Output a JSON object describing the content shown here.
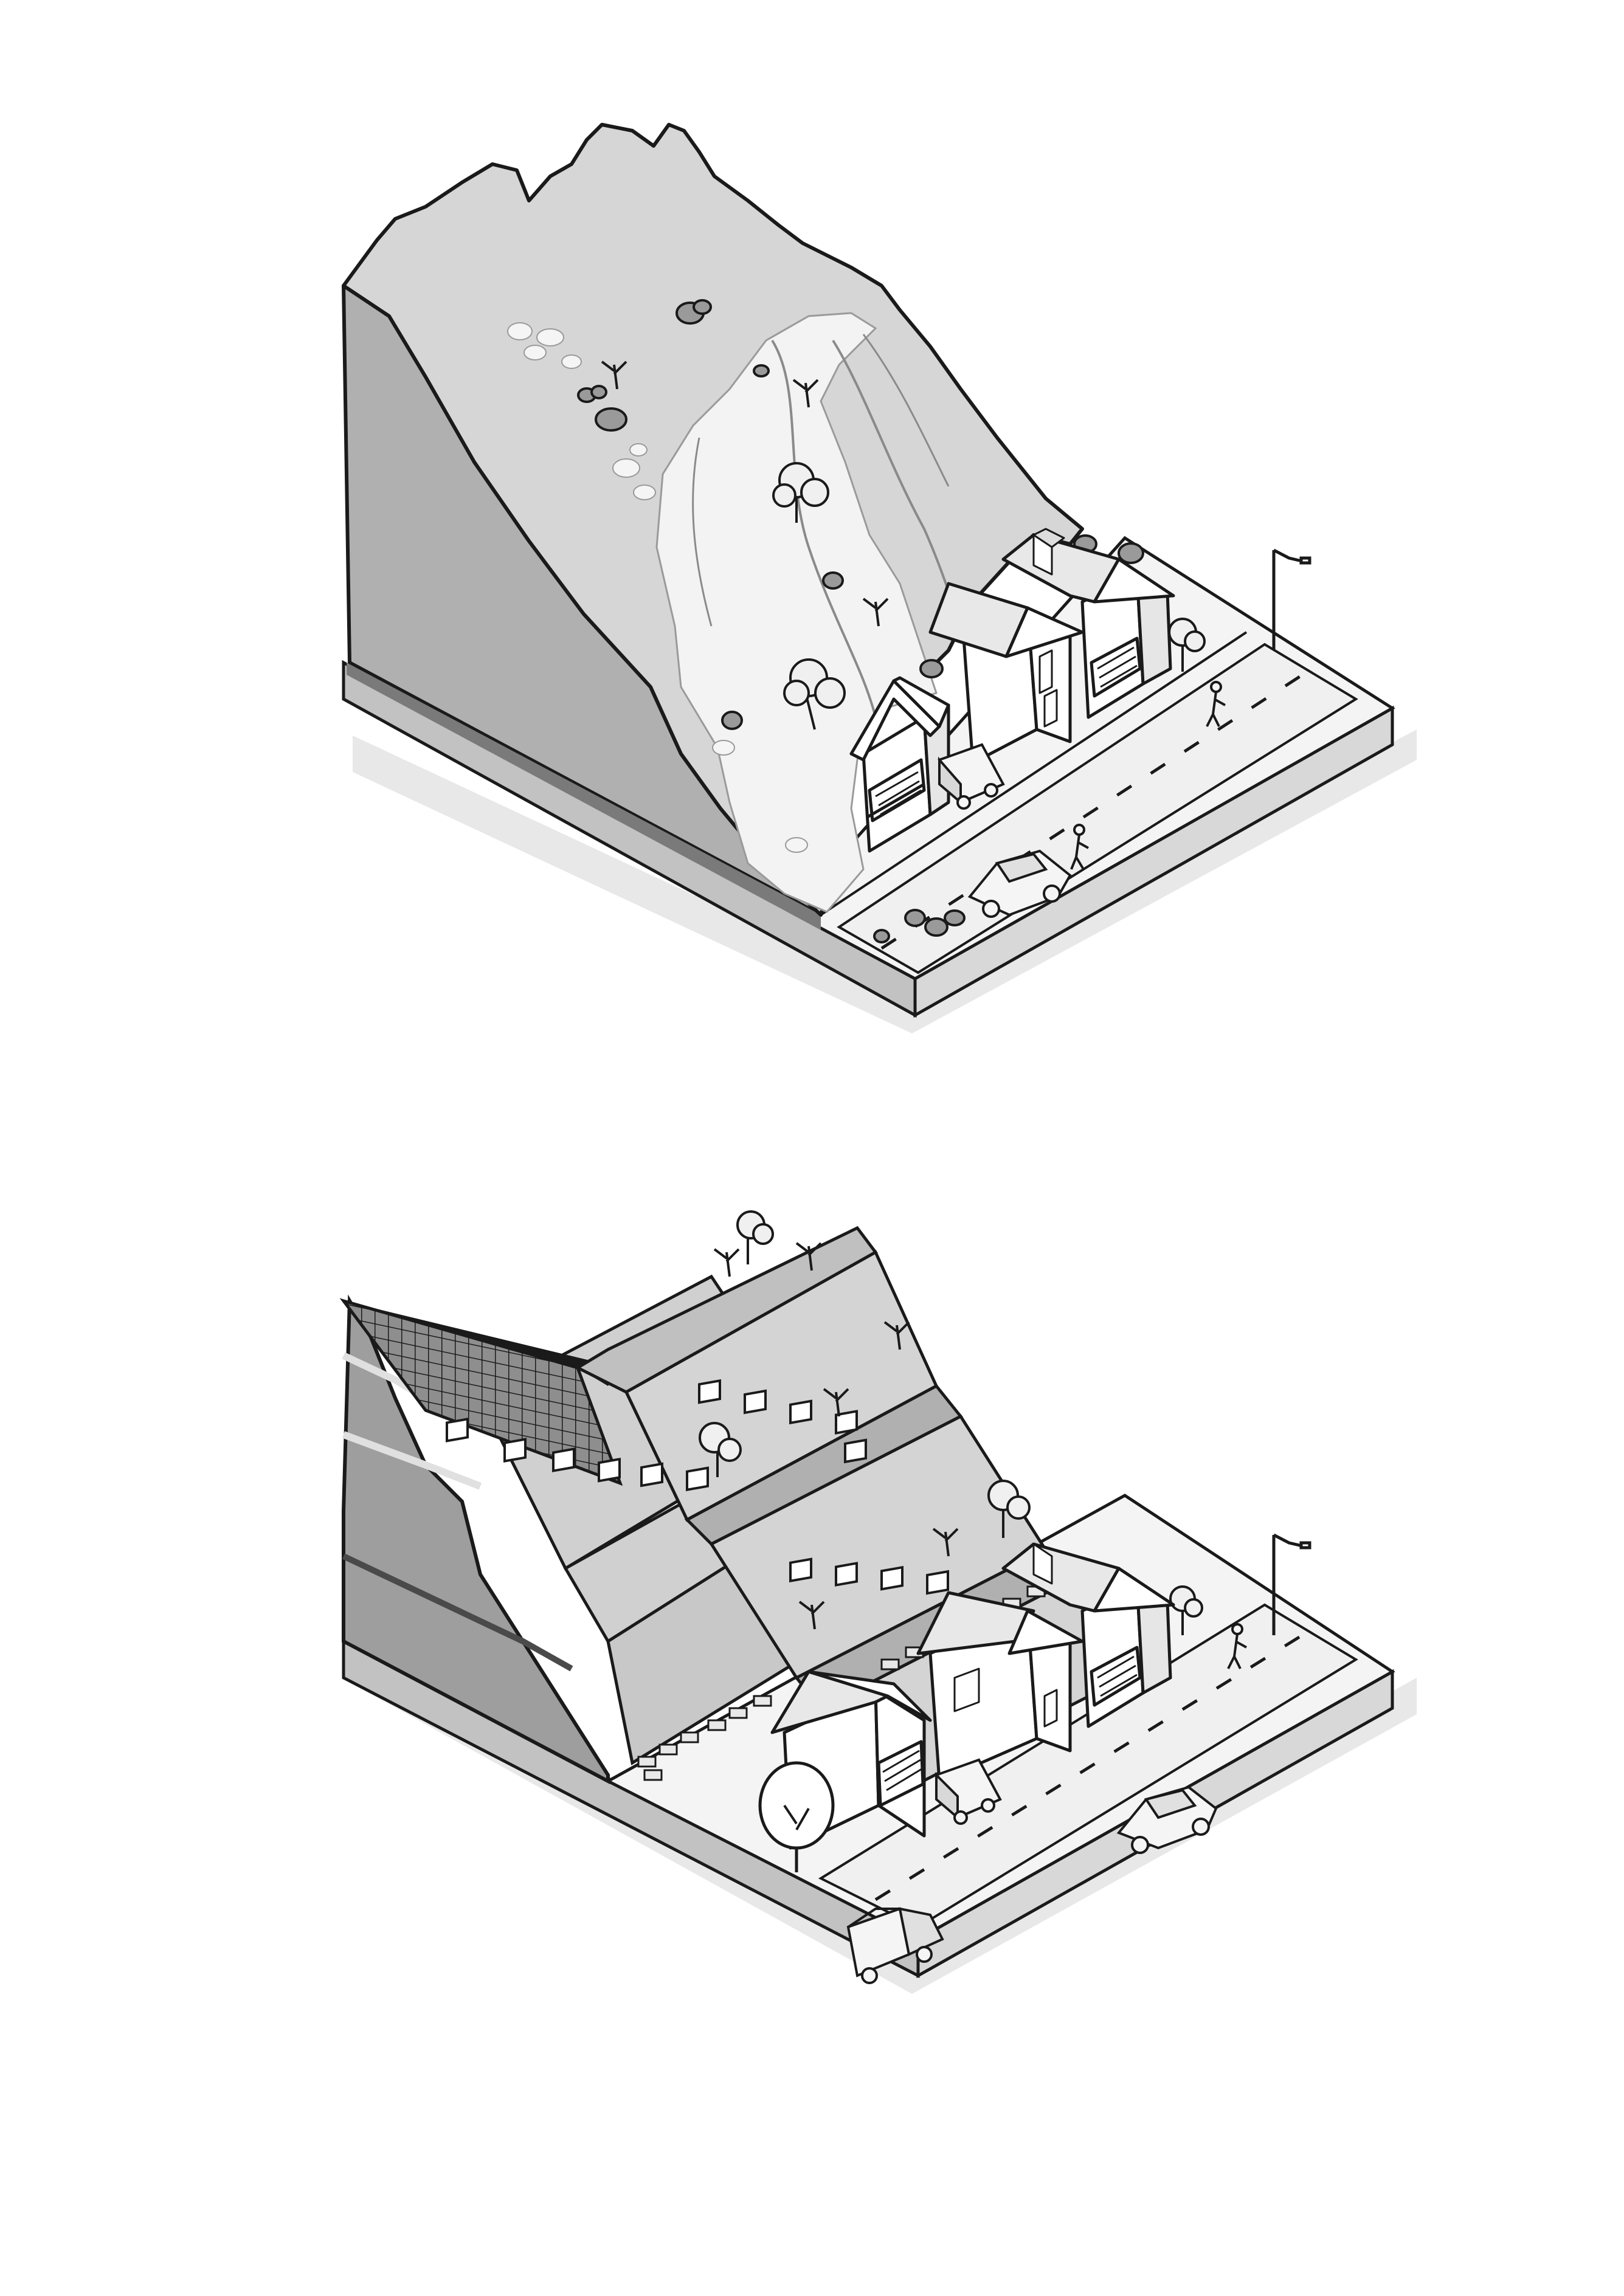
{
  "illustration": {
    "panels": [
      {
        "id": "before",
        "scene": "landslide-on-unprotected-slope"
      },
      {
        "id": "after",
        "scene": "terraced-slope-with-retaining-walls-and-mesh"
      }
    ],
    "palette": {
      "background": "#ffffff",
      "line": "#1a1a1a",
      "slope_light": "#dcdcdc",
      "slope_mid": "#c4c4c4",
      "slope_dark": "#9a9a9a",
      "slope_side": "#b4b4b4",
      "debris_white": "#f7f7f7",
      "ground_top": "#f2f2f2",
      "base_side": "#d8d8d8",
      "base_front": "#c8c8c8",
      "shadow": "#e6e6e6",
      "mesh": "#2a2a2a"
    }
  }
}
